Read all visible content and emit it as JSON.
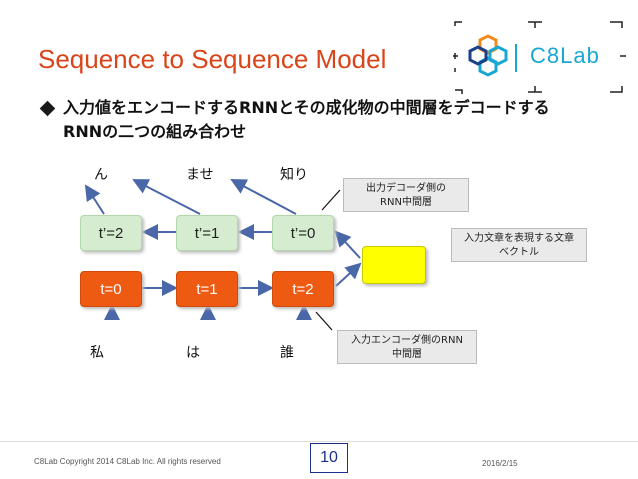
{
  "title": "Sequence to Sequence Model",
  "bullet": "入力値をエンコードするRNNとその成化物の中間層をデコードするRNNの二つの組み合わせ",
  "logo": {
    "text": "C8Lab"
  },
  "decoder": {
    "nodes": [
      "t’=2",
      "t’=1",
      "t’=0"
    ],
    "outputs": [
      "ん",
      "ませ",
      "知り"
    ]
  },
  "encoder": {
    "nodes": [
      "t=0",
      "t=1",
      "t=2"
    ],
    "inputs": [
      "私",
      "は",
      "誰"
    ]
  },
  "callouts": {
    "decoder_hidden": "出力デコーダ側の\nRNN中間層",
    "sentence_vector": "入力文章を表現する文章\nベクトル",
    "encoder_hidden": "入力エンコーダ側のRNN\n中間層"
  },
  "footer": {
    "copyright": "C8Lab Copyright 2014 C8Lab Inc. All rights reserved",
    "page": "10",
    "date": "2016/2/15"
  },
  "colors": {
    "title": "#d9441a",
    "encoder_node": "#ee5a11",
    "decoder_node": "#d6ecd0",
    "vector": "#ffff00",
    "arrow": "#4a68a8",
    "logo": "#18a7d3"
  }
}
